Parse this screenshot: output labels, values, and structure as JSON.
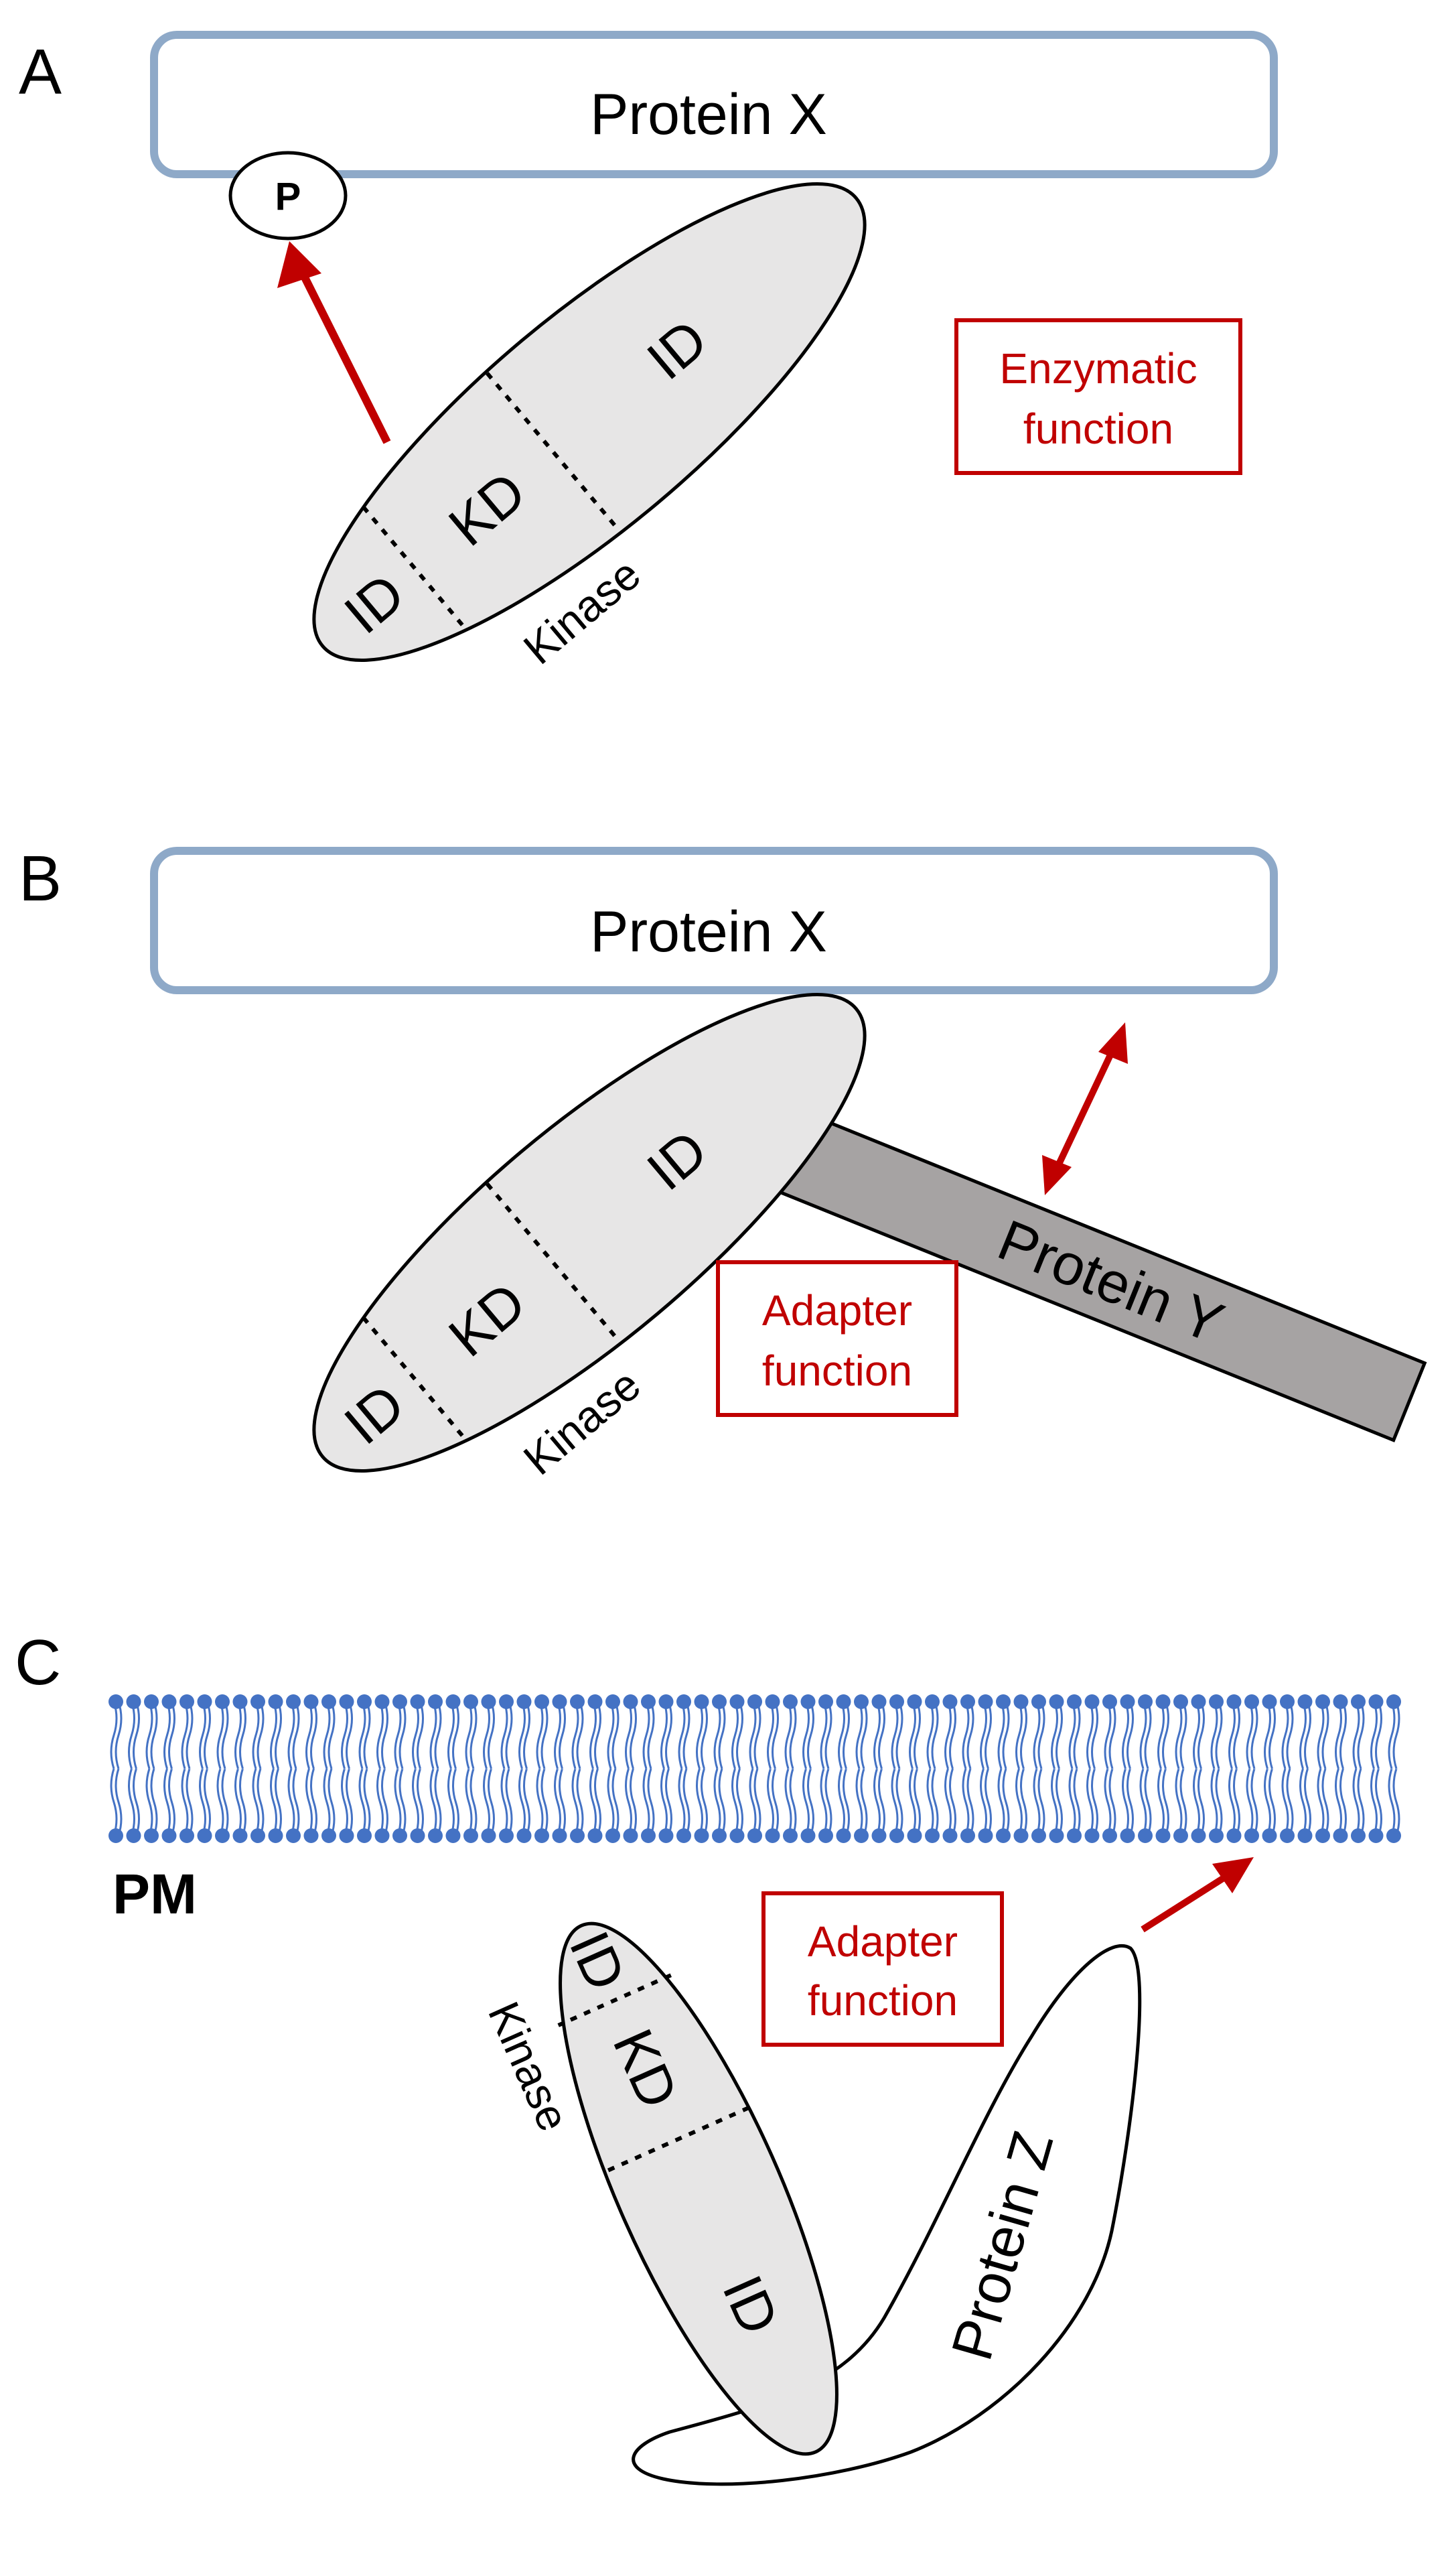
{
  "colors": {
    "protein_x_border": "#8ea9c8",
    "kinase_fill": "#e7e6e6",
    "protein_y_fill": "#a6a3a3",
    "accent_red": "#c00000",
    "membrane_blue": "#4472c4"
  },
  "panels": [
    {
      "letter": "A",
      "protein_x": "Protein X",
      "phospho": "P",
      "kinase": {
        "label": "Kinase",
        "domains": [
          "ID",
          "KD",
          "ID"
        ]
      },
      "function": {
        "line1": "Enzymatic",
        "line2": "function"
      }
    },
    {
      "letter": "B",
      "protein_x": "Protein X",
      "protein_y": "Protein Y",
      "kinase": {
        "label": "Kinase",
        "domains": [
          "ID",
          "KD",
          "ID"
        ]
      },
      "function": {
        "line1": "Adapter",
        "line2": "function"
      }
    },
    {
      "letter": "C",
      "membrane": "PM",
      "protein_z": "Protein Z",
      "kinase": {
        "label": "Kinase",
        "domains": [
          "ID",
          "KD",
          "ID"
        ]
      },
      "function": {
        "line1": "Adapter",
        "line2": "function"
      }
    }
  ]
}
